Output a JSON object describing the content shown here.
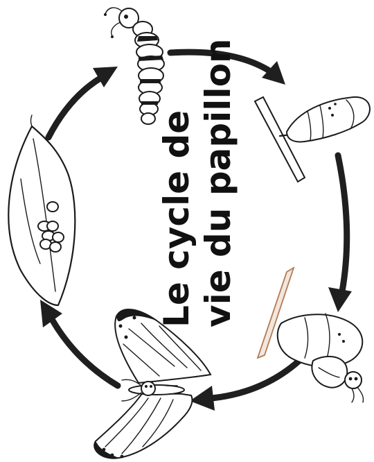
{
  "title": {
    "line1": "Le cycle de",
    "line2": "vie du papillon"
  },
  "stages": [
    {
      "name": "egg-stage",
      "icon": "leaf-with-eggs-icon"
    },
    {
      "name": "caterpillar-stage",
      "icon": "caterpillar-icon"
    },
    {
      "name": "chrysalis-stage",
      "icon": "chrysalis-icon"
    },
    {
      "name": "emerging-stage",
      "icon": "emerging-butterfly-icon"
    },
    {
      "name": "butterfly-stage",
      "icon": "butterfly-icon"
    }
  ],
  "colors": {
    "ink": "#1a1a1a",
    "twig_accent": "#b07a56",
    "background": "#ffffff"
  }
}
